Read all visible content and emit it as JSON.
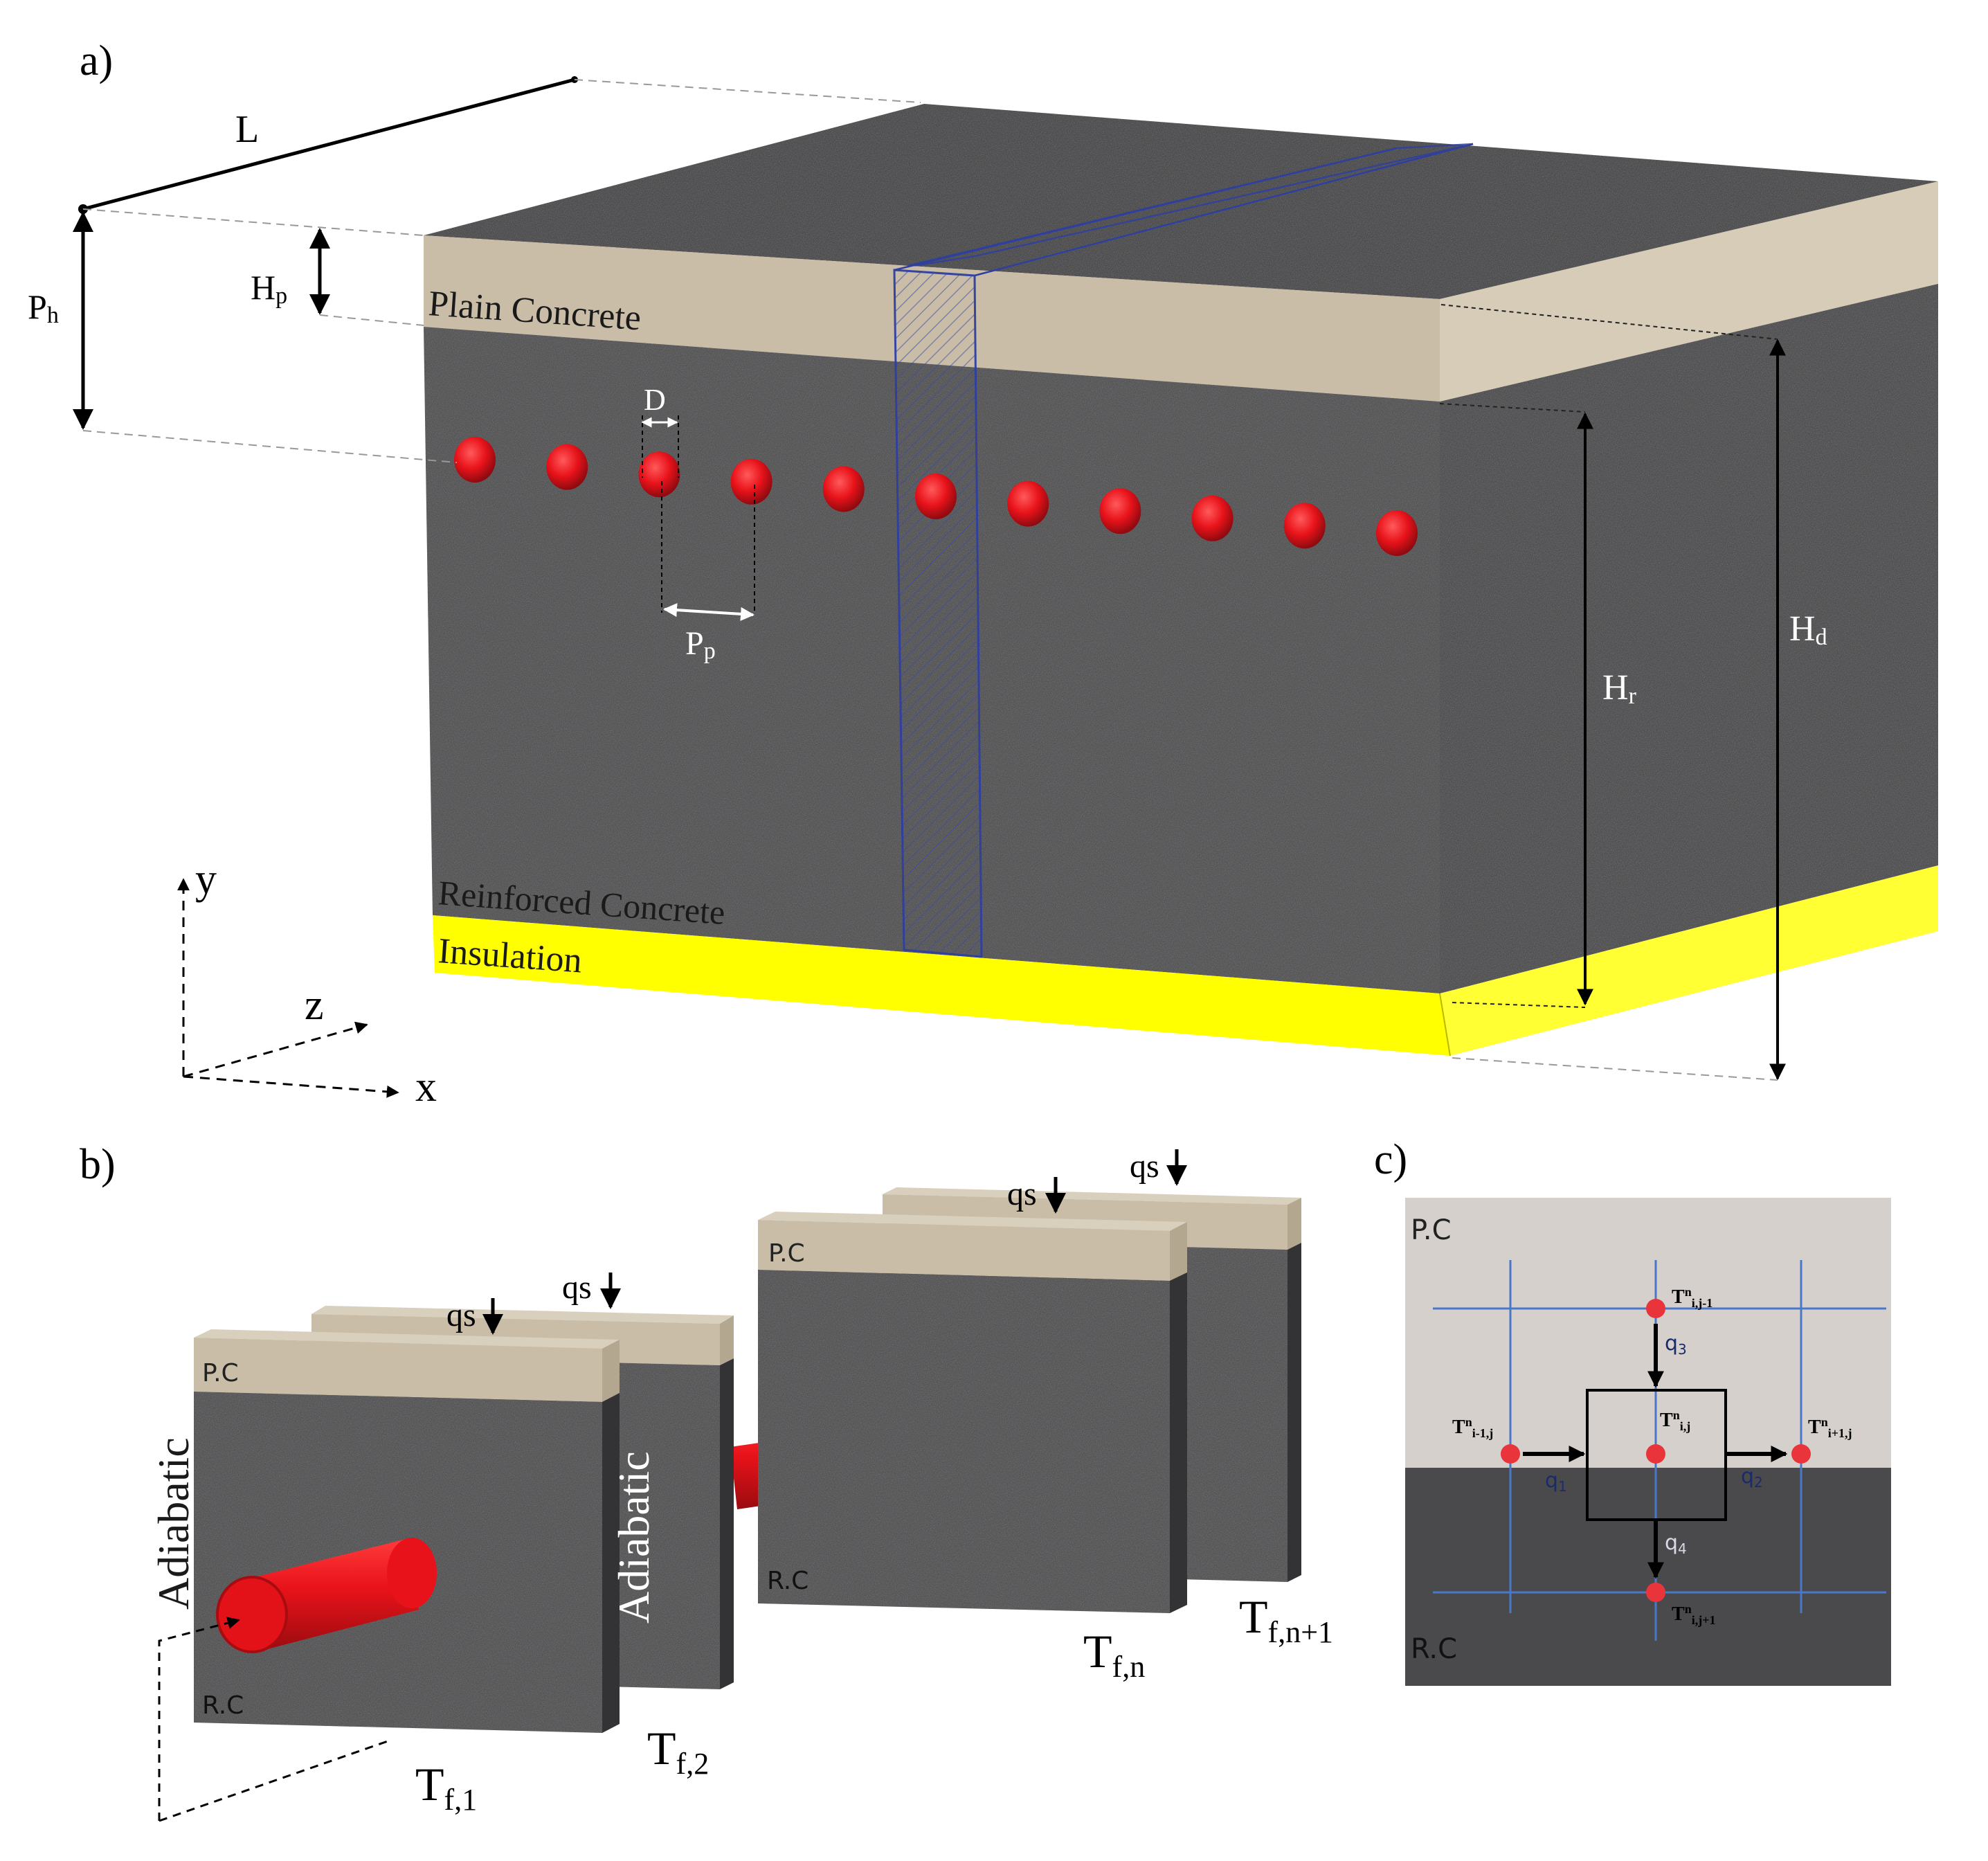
{
  "panel_a": {
    "label": "a)",
    "layers": {
      "plain": "Plain Concrete",
      "reinforced": "Reinforced Concrete",
      "insulation": "Insulation"
    },
    "dims": {
      "L": "L",
      "Ph": "Ph",
      "Hp": "Hp",
      "D": "D",
      "Pp": "Pp",
      "Hr": "Hr",
      "Hd": "Hd"
    },
    "axes": {
      "x": "x",
      "y": "y",
      "z": "z"
    },
    "pipe_count": 11
  },
  "panel_b": {
    "label": "b)",
    "slab_pc": "P.C",
    "slab_rc": "R.C",
    "boundary": "Adiabatic",
    "heat_flux": "qs",
    "temps": [
      "Tf,1",
      "Tf,2",
      "Tf,n",
      "Tf,n+1"
    ]
  },
  "panel_c": {
    "label": "c)",
    "pc": "P.C",
    "rc": "R.C",
    "nodes": {
      "top": "Tni,j-1",
      "left": "Tni-1,j",
      "center": "Tni,j",
      "right": "Tni+1,j",
      "bottom": "Tni,j+1"
    },
    "fluxes": {
      "q1": "q1",
      "q2": "q2",
      "q3": "q3",
      "q4": "q4"
    }
  },
  "colors": {
    "asphalt": "#3c3d40",
    "concrete_dark": "#4a4a4c",
    "plain_concrete": "#c9bda7",
    "insulation": "#ffff00",
    "pipe": "#e8121a",
    "grid": "#4a78c8",
    "pc_panel": "#d5d0cb"
  }
}
